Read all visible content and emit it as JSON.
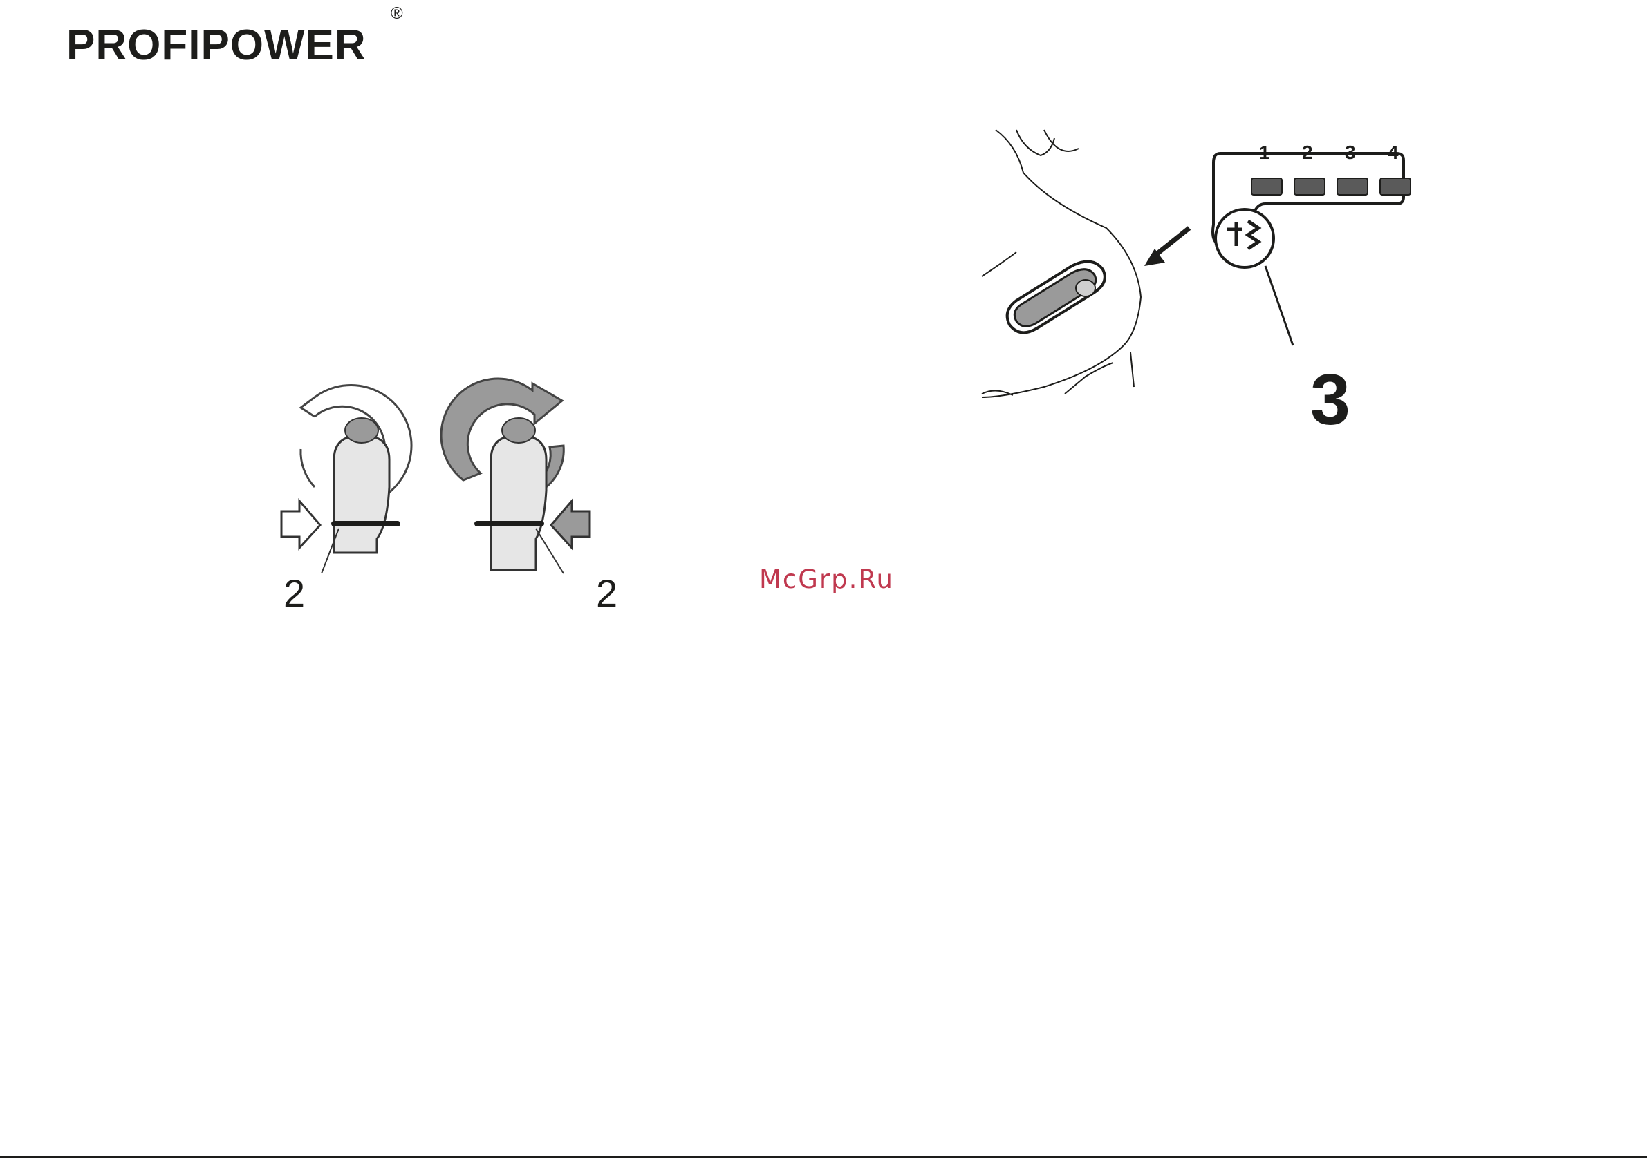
{
  "brand": {
    "name": "PROFIPOWER",
    "registered_mark": "®"
  },
  "figure_rotation": {
    "callouts": [
      "2",
      "2"
    ]
  },
  "figure_indicator": {
    "levels": [
      "1",
      "2",
      "3",
      "4"
    ],
    "callout": "3"
  },
  "watermark": {
    "text": "McGrp.Ru"
  }
}
